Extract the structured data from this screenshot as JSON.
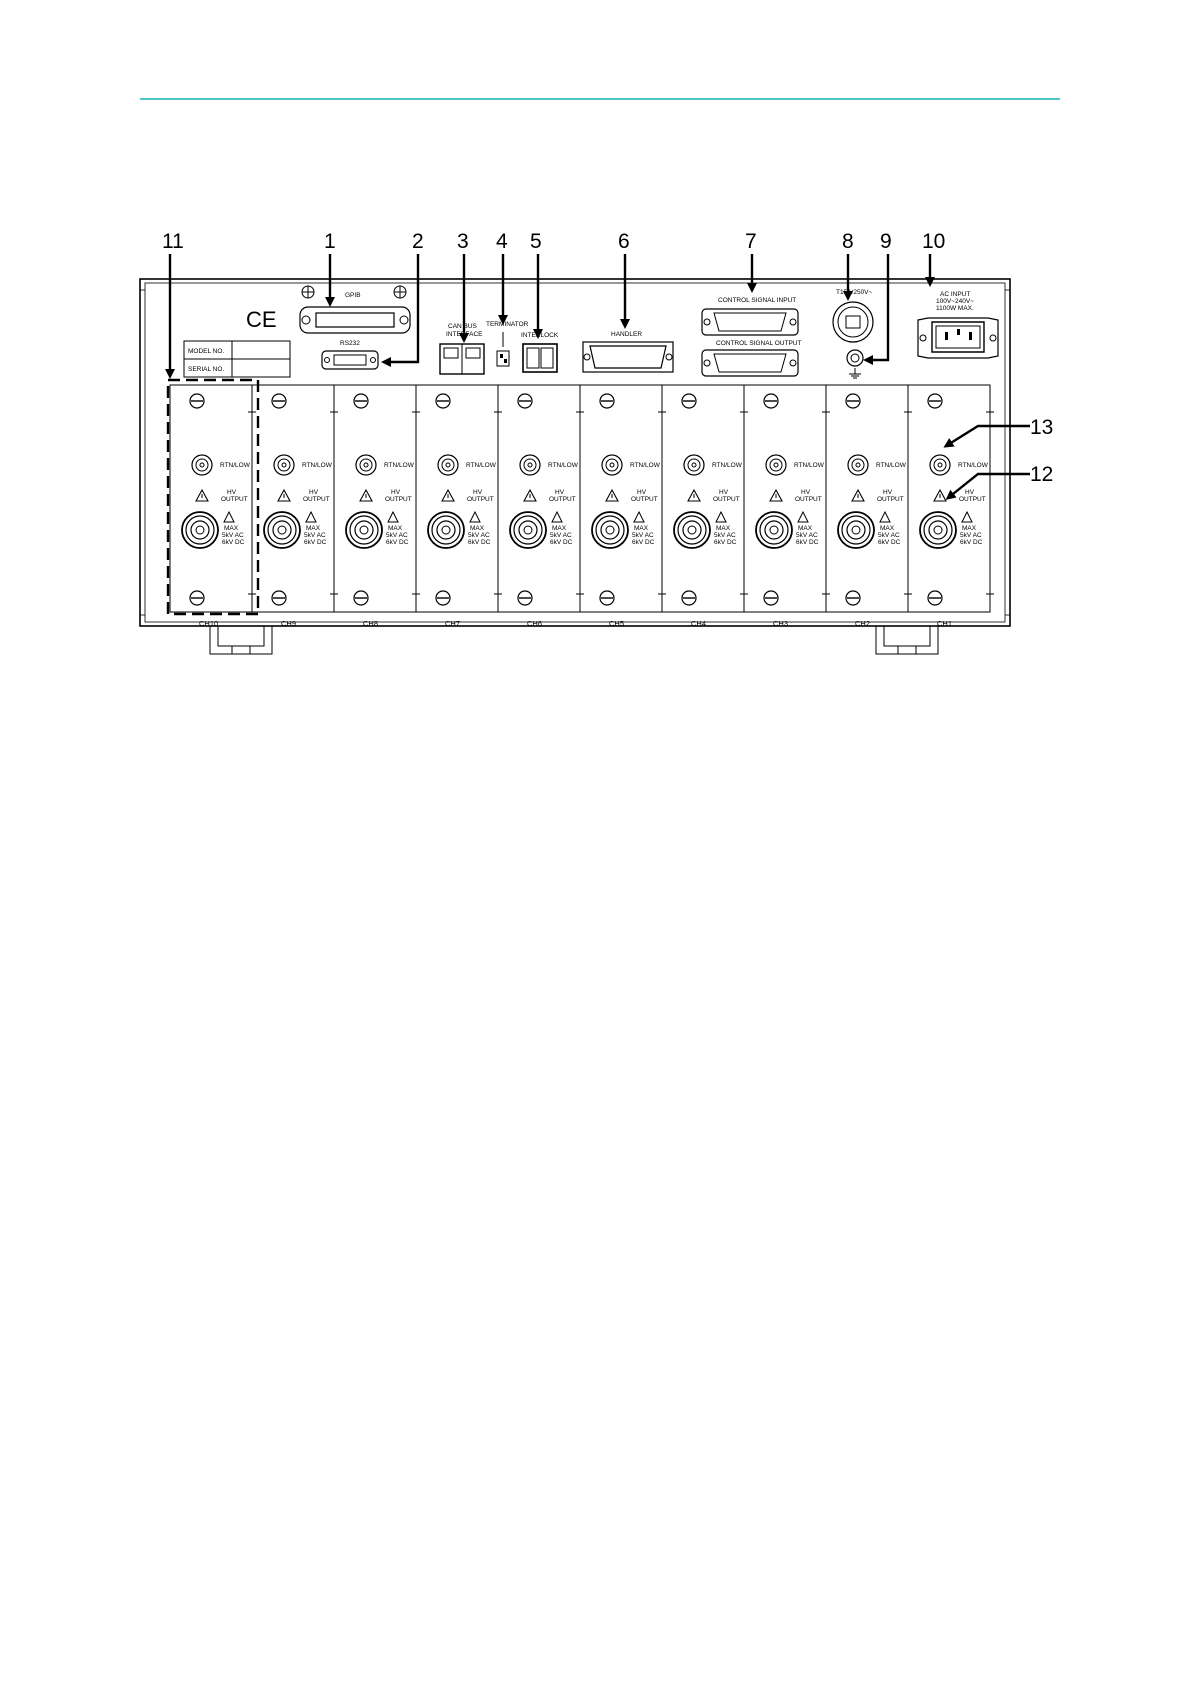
{
  "figure": {
    "callouts": [
      "1",
      "2",
      "3",
      "4",
      "5",
      "6",
      "7",
      "8",
      "9",
      "10",
      "11",
      "12",
      "13"
    ],
    "ce_mark": "CE",
    "labels": {
      "gpib": "GPIB",
      "rs232": "RS232",
      "can_bus_1": "CAN BUS",
      "can_bus_2": "INTERFACE",
      "terminator": "TERMINATOR",
      "interlock": "INTERLOCK",
      "handler": "HANDLER",
      "control_input": "CONTROL SIGNAL INPUT",
      "control_output": "CONTROL SIGNAL OUTPUT",
      "fuse": "T15A/250V~",
      "ac_input_1": "AC INPUT",
      "ac_input_2": "100V~240V~",
      "ac_input_3": "1100W MAX.",
      "model_no": "MODEL NO.",
      "serial_no": "SERIAL NO."
    },
    "module_labels": {
      "rtn": "RTN/LOW",
      "hv_1": "HV",
      "hv_2": "OUTPUT",
      "max_1": "MAX",
      "max_2": "5kV AC",
      "max_3": "6kV DC"
    },
    "channels": [
      "CH10",
      "CH9",
      "CH8",
      "CH7",
      "CH6",
      "CH5",
      "CH4",
      "CH3",
      "CH2",
      "CH1"
    ]
  }
}
